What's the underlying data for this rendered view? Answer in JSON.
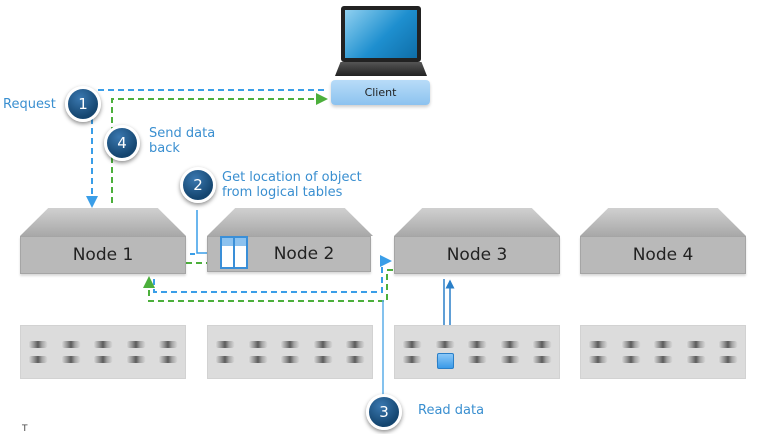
{
  "client": {
    "label": "Client",
    "icon": "laptop-icon"
  },
  "nodes": [
    {
      "label": "Node 1"
    },
    {
      "label": "Node 2",
      "icon": "logical-table-icon"
    },
    {
      "label": "Node 3"
    },
    {
      "label": "Node 4"
    }
  ],
  "steps": [
    {
      "number": "1",
      "label": "Request"
    },
    {
      "number": "2",
      "label_line1": "Get location of object",
      "label_line2": "from logical tables"
    },
    {
      "number": "3",
      "label": "Read data"
    },
    {
      "number": "4",
      "label_line1": "Send data",
      "label_line2": "back"
    }
  ],
  "colors": {
    "request_flow": "#3a9ee8",
    "response_flow": "#4caf3c",
    "label_text": "#3a8fd0",
    "badge": "#1a5182"
  },
  "footer_mark": "T"
}
